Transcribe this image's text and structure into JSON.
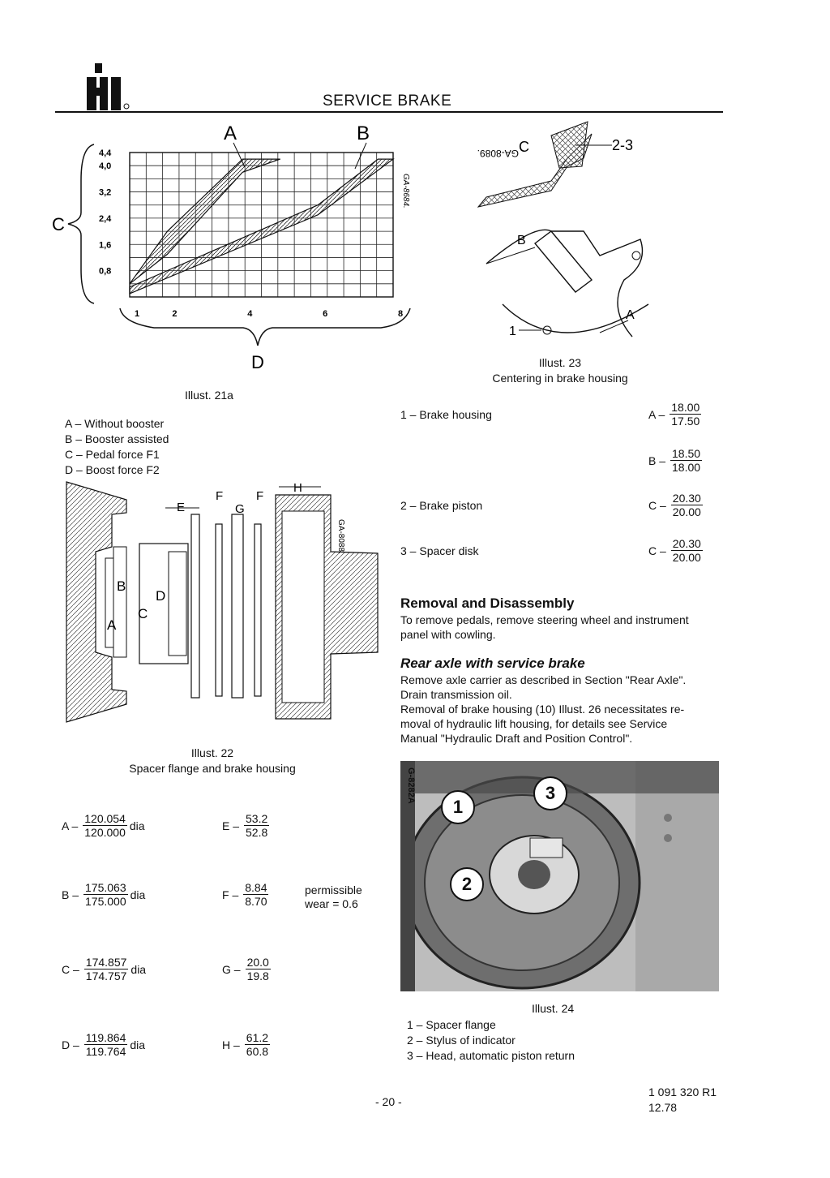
{
  "header": {
    "title": "SERVICE BRAKE"
  },
  "chart_data": {
    "type": "area",
    "x_ticks": [
      "1",
      "2",
      "4",
      "6",
      "8"
    ],
    "y_ticks": [
      "4,4",
      "4,0",
      "3,2",
      "2,4",
      "1,6",
      "0,8"
    ],
    "axis_x_letter": "D",
    "axis_y_letter": "C",
    "series_letters": [
      "A",
      "B"
    ],
    "code": "GA-8684.",
    "grid": true,
    "bands": [
      {
        "name": "A",
        "lower": [
          [
            1,
            0.4
          ],
          [
            2,
            1.3
          ],
          [
            4,
            3.8
          ],
          [
            5,
            4.2
          ]
        ],
        "upper": [
          [
            1,
            0.4
          ],
          [
            2,
            2.0
          ],
          [
            4,
            4.2
          ],
          [
            4.6,
            4.2
          ]
        ]
      },
      {
        "name": "B",
        "lower": [
          [
            1,
            0.1
          ],
          [
            6,
            2.5
          ],
          [
            8,
            4.2
          ]
        ],
        "upper": [
          [
            1,
            0.3
          ],
          [
            6,
            2.8
          ],
          [
            7.6,
            4.2
          ]
        ]
      }
    ]
  },
  "fig21": {
    "caption": "Illust. 21a",
    "legend": [
      "A – Without booster",
      "B – Booster assisted",
      "C – Pedal force F1",
      "D – Boost force F2"
    ]
  },
  "fig22": {
    "caption_line1": "Illust. 22",
    "caption_line2": "Spacer flange and brake housing",
    "code": "GA-8088.",
    "letters": {
      "E": "E",
      "F": "F",
      "G": "G",
      "H": "H",
      "A": "A",
      "B": "B",
      "C": "C",
      "D": "D"
    }
  },
  "fig23": {
    "caption_line1": "Illust. 23",
    "caption_line2": "Centering in brake housing",
    "code": "GA-8089.",
    "labels": {
      "c": "C",
      "b": "B",
      "a": "A",
      "one": "1",
      "twothree": "2-3"
    }
  },
  "fig23_specs": [
    {
      "item": "1 – Brake housing",
      "label": "A –",
      "num": "18.00",
      "den": "17.50"
    },
    {
      "item": "",
      "label": "B –",
      "num": "18.50",
      "den": "18.00"
    },
    {
      "item": "2 – Brake piston",
      "label": "C –",
      "num": "20.30",
      "den": "20.00"
    },
    {
      "item": "3 – Spacer disk",
      "label": "C –",
      "num": "20.30",
      "den": "20.00"
    }
  ],
  "dims_left": [
    {
      "label": "A –",
      "num": "120.054",
      "den": "120.000",
      "suffix": "dia"
    },
    {
      "label": "B –",
      "num": "175.063",
      "den": "175.000",
      "suffix": "dia"
    },
    {
      "label": "C –",
      "num": "174.857",
      "den": "174.757",
      "suffix": "dia"
    },
    {
      "label": "D –",
      "num": "119.864",
      "den": "119.764",
      "suffix": "dia"
    }
  ],
  "dims_right": [
    {
      "label": "E –",
      "num": "53.2",
      "den": "52.8"
    },
    {
      "label": "F –",
      "num": "8.84",
      "den": "8.70"
    },
    {
      "label": "G –",
      "num": "20.0",
      "den": "19.8"
    },
    {
      "label": "H –",
      "num": "61.2",
      "den": "60.8"
    }
  ],
  "wear_note": {
    "line1": "permissible",
    "line2": "wear = 0.6"
  },
  "removal": {
    "heading": "Removal and Disassembly",
    "text": "To remove pedals, remove steering wheel and instrument panel with cowling."
  },
  "rear_axle": {
    "heading": "Rear axle with service brake",
    "lines": [
      "Remove axle carrier as described in Section \"Rear Axle\".",
      "Drain transmission oil.",
      "Removal of brake housing (10) Illust. 26 necessitates re-",
      "moval of hydraulic lift housing, for details see Service",
      "Manual \"Hydraulic Draft and Position Control\"."
    ]
  },
  "fig24": {
    "caption": "Illust. 24",
    "code": "G-8282A",
    "badges": [
      "1",
      "2",
      "3"
    ],
    "legend": [
      "1 – Spacer flange",
      "2 – Stylus of indicator",
      "3 – Head, automatic piston return"
    ]
  },
  "footer": {
    "page": "- 20 -",
    "doc_number": "1 091 320 R1",
    "date": "12.78"
  },
  "colors": {
    "ink": "#111111",
    "hatch": "#555555",
    "photo_dark": "#3a3a3a"
  }
}
